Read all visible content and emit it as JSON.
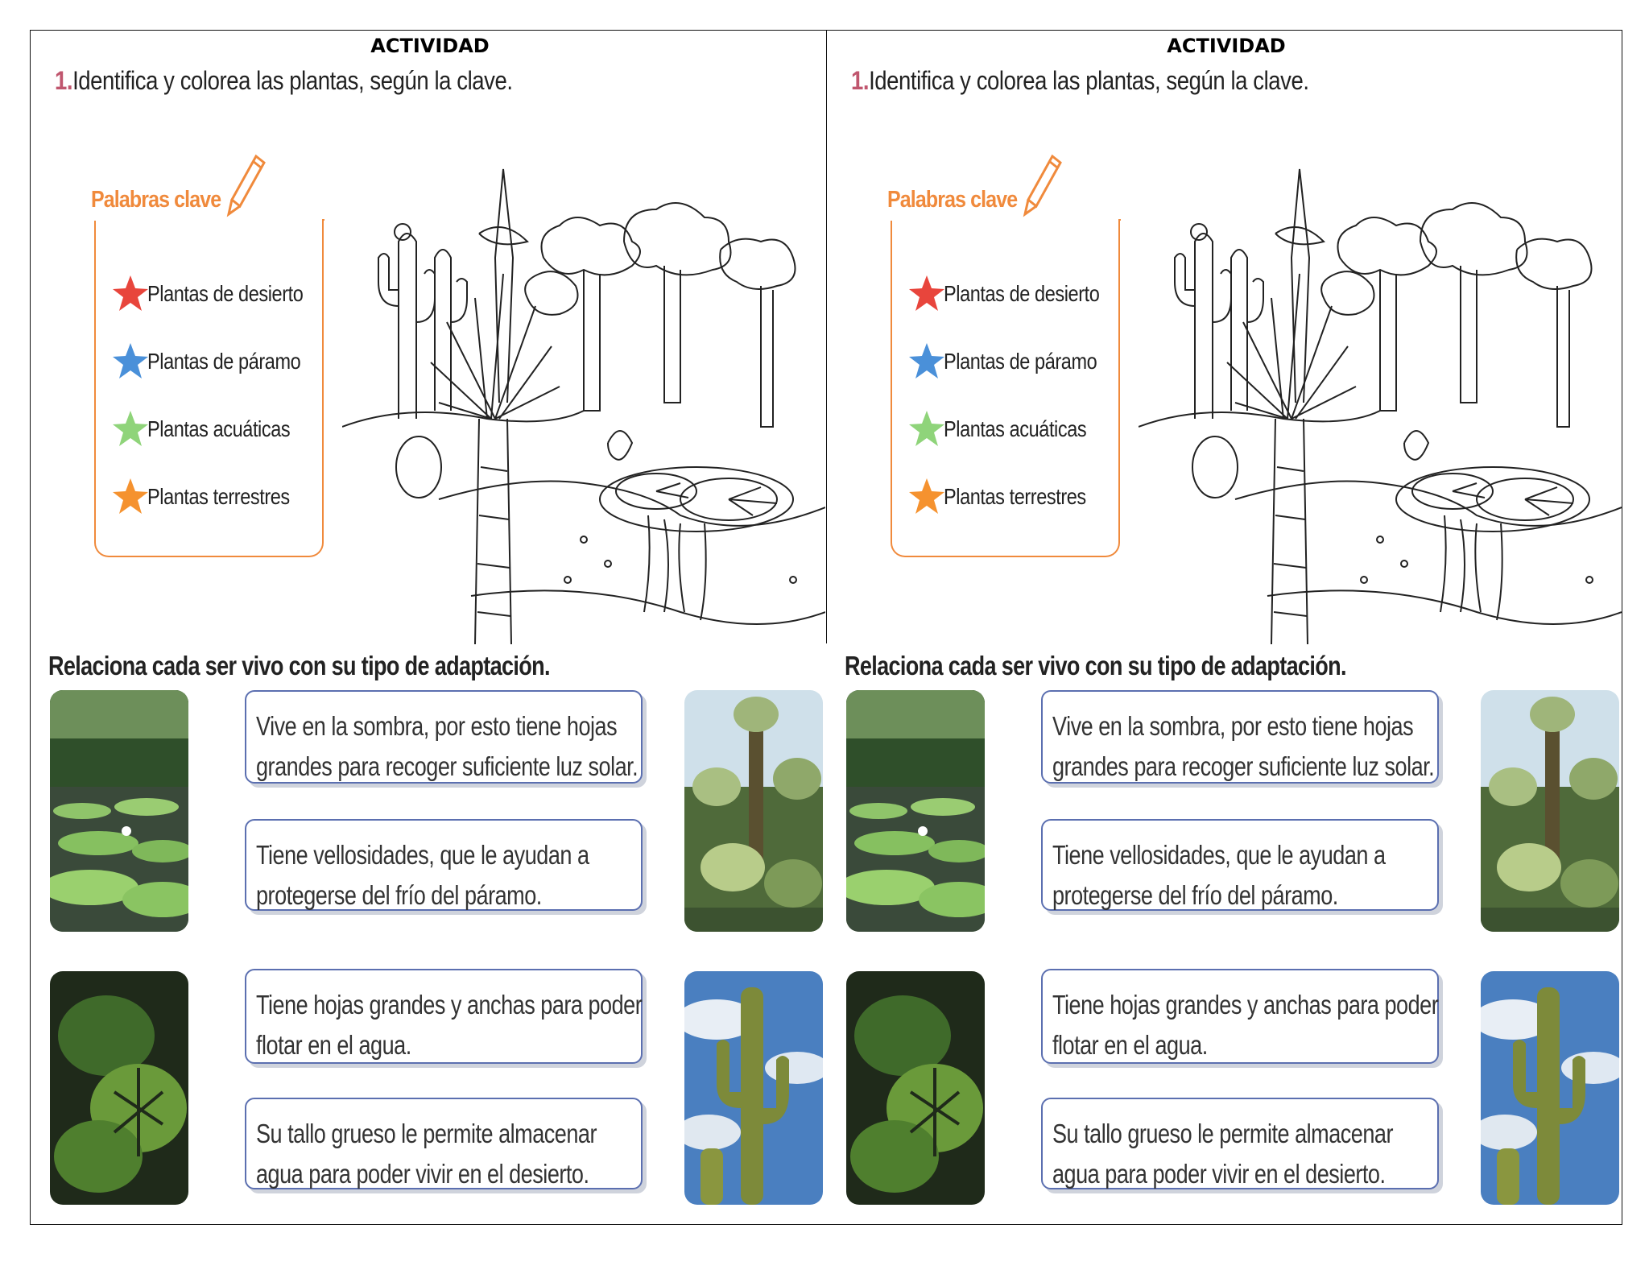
{
  "heading": "ACTIVIDAD",
  "exercise1": {
    "number": "1.",
    "instruction": "Identifica y colorea las plantas, según la clave.",
    "key_title": "Palabras clave",
    "key_items": [
      {
        "label": "Plantas de desierto",
        "color": "#e8453c"
      },
      {
        "label": "Plantas de páramo",
        "color": "#4a90d9"
      },
      {
        "label": "Plantas acuáticas",
        "color": "#8fd47a"
      },
      {
        "label": "Plantas terrestres",
        "color": "#f5922f"
      }
    ]
  },
  "exercise2": {
    "instruction": "Relaciona cada ser vivo con su tipo de adaptación.",
    "cards": [
      {
        "line1": "Vive en la sombra, por esto tiene hojas",
        "line2": "grandes para recoger suficiente luz solar."
      },
      {
        "line1": "Tiene vellosidades, que le ayudan a",
        "line2": "protegerse del frío del páramo."
      },
      {
        "line1": "Tiene hojas grandes y anchas para poder",
        "line2": "flotar en el agua."
      },
      {
        "line1": "Su tallo grueso le permite almacenar",
        "line2": "agua para poder vivir en el desierto."
      }
    ]
  }
}
